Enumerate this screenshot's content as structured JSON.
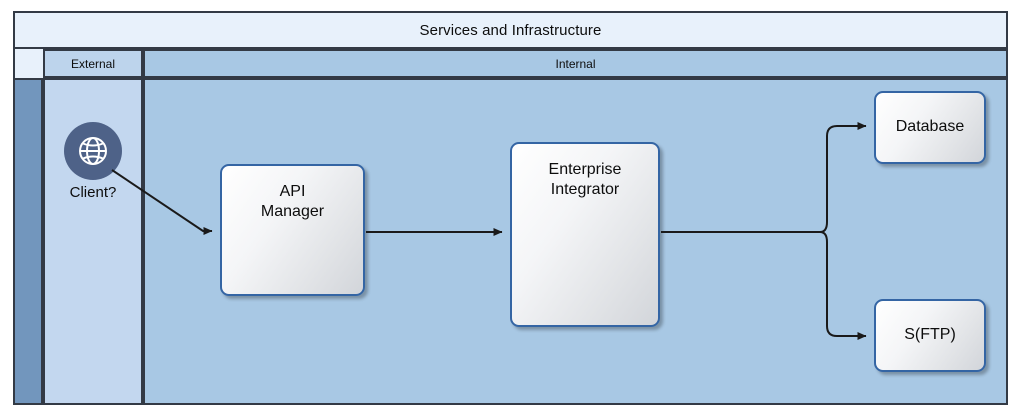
{
  "diagram": {
    "title": "Services and Infrastructure",
    "columns": [
      {
        "id": "external",
        "label": "External"
      },
      {
        "id": "internal",
        "label": "Internal"
      }
    ],
    "nodes": [
      {
        "id": "client",
        "label": "Client?",
        "icon": "globe-icon",
        "shape": "actor"
      },
      {
        "id": "api",
        "label": "API\nManager",
        "shape": "rounded-rect"
      },
      {
        "id": "ei",
        "label": "Enterprise\nIntegrator",
        "shape": "rounded-rect"
      },
      {
        "id": "database",
        "label": "Database",
        "shape": "rounded-rect"
      },
      {
        "id": "sftp",
        "label": "S(FTP)",
        "shape": "rounded-rect"
      }
    ],
    "edges": [
      {
        "from": "client",
        "to": "api",
        "arrow": "end"
      },
      {
        "from": "api",
        "to": "ei",
        "arrow": "end"
      },
      {
        "from": "ei",
        "to": "database",
        "arrow": "end"
      },
      {
        "from": "ei",
        "to": "sftp",
        "arrow": "end"
      }
    ],
    "colors": {
      "title_band": "#e8f1fb",
      "external_lane": "#c3d7ef",
      "internal_lane": "#a8c8e4",
      "row_band": "#7296bd",
      "border": "#333a45",
      "node_border": "#3465a4",
      "actor_fill": "#4e6288",
      "edge": "#1a1a1a"
    }
  }
}
